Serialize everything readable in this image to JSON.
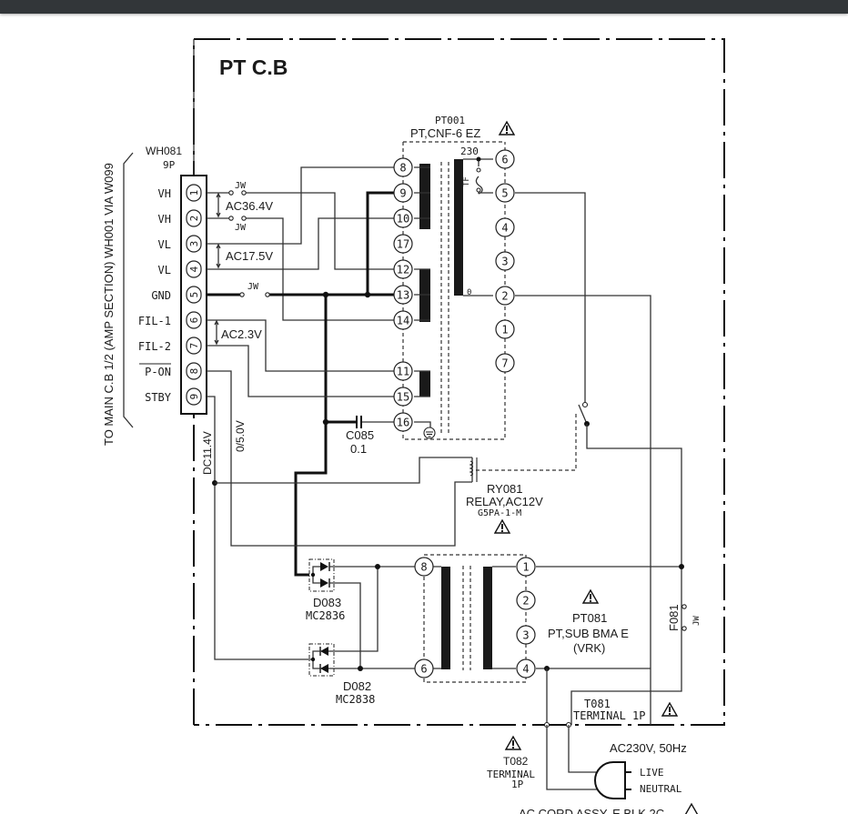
{
  "viewer": {
    "toolbar_color": "#323639"
  },
  "board": {
    "title": "PT C.B"
  },
  "side_note": "TO MAIN C.B 1/2 (AMP SECTION) WH001 VIA  W099",
  "connector": {
    "ref": "WH081",
    "type": "9P",
    "pins": [
      {
        "num": "1",
        "label": "VH"
      },
      {
        "num": "2",
        "label": "VH"
      },
      {
        "num": "3",
        "label": "VL"
      },
      {
        "num": "4",
        "label": "VL"
      },
      {
        "num": "5",
        "label": "GND"
      },
      {
        "num": "6",
        "label": "FIL-1"
      },
      {
        "num": "7",
        "label": "FIL-2"
      },
      {
        "num": "8",
        "label": "P-ON"
      },
      {
        "num": "9",
        "label": "STBY"
      }
    ]
  },
  "voltages": {
    "vh": "AC36.4V",
    "vl": "AC17.5V",
    "fil": "AC2.3V",
    "stby": "DC11.4V",
    "pon": "0/5.0V"
  },
  "jumper_label": "JW",
  "main_transformer": {
    "ref": "PT001",
    "model": "PT,CNF-6 EZ",
    "primary_tap_high": "230",
    "primary_tap_low": "0",
    "fuse_label": "TF",
    "secondary_pins": [
      "8",
      "9",
      "10",
      "17",
      "12",
      "13",
      "14",
      "11",
      "15",
      "16"
    ],
    "primary_pins": [
      "6",
      "5",
      "4",
      "3",
      "2",
      "1",
      "7"
    ]
  },
  "capacitor": {
    "ref": "C085",
    "value": "0.1"
  },
  "relay": {
    "ref": "RY081",
    "desc": "RELAY,AC12V",
    "model": "G5PA-1-M"
  },
  "diodes": [
    {
      "ref": "D083",
      "model": "MC2836"
    },
    {
      "ref": "D082",
      "model": "MC2838"
    }
  ],
  "sub_transformer": {
    "ref": "PT081",
    "model": "PT,SUB BMA E",
    "variant": "(VRK)",
    "left_pins": [
      "8",
      "6"
    ],
    "right_pins": [
      "1",
      "2",
      "3",
      "4"
    ]
  },
  "fuse": {
    "ref": "F081",
    "label": "JW"
  },
  "terminals": [
    {
      "ref": "T081",
      "desc": "TERMINAL  1P"
    },
    {
      "ref": "T082",
      "desc": "TERMINAL",
      "sub": "1P"
    }
  ],
  "mains": {
    "spec": "AC230V, 50Hz",
    "live": "LIVE",
    "neutral": "NEUTRAL"
  },
  "cord": "AC CORD ASSY, E BLK 2C"
}
